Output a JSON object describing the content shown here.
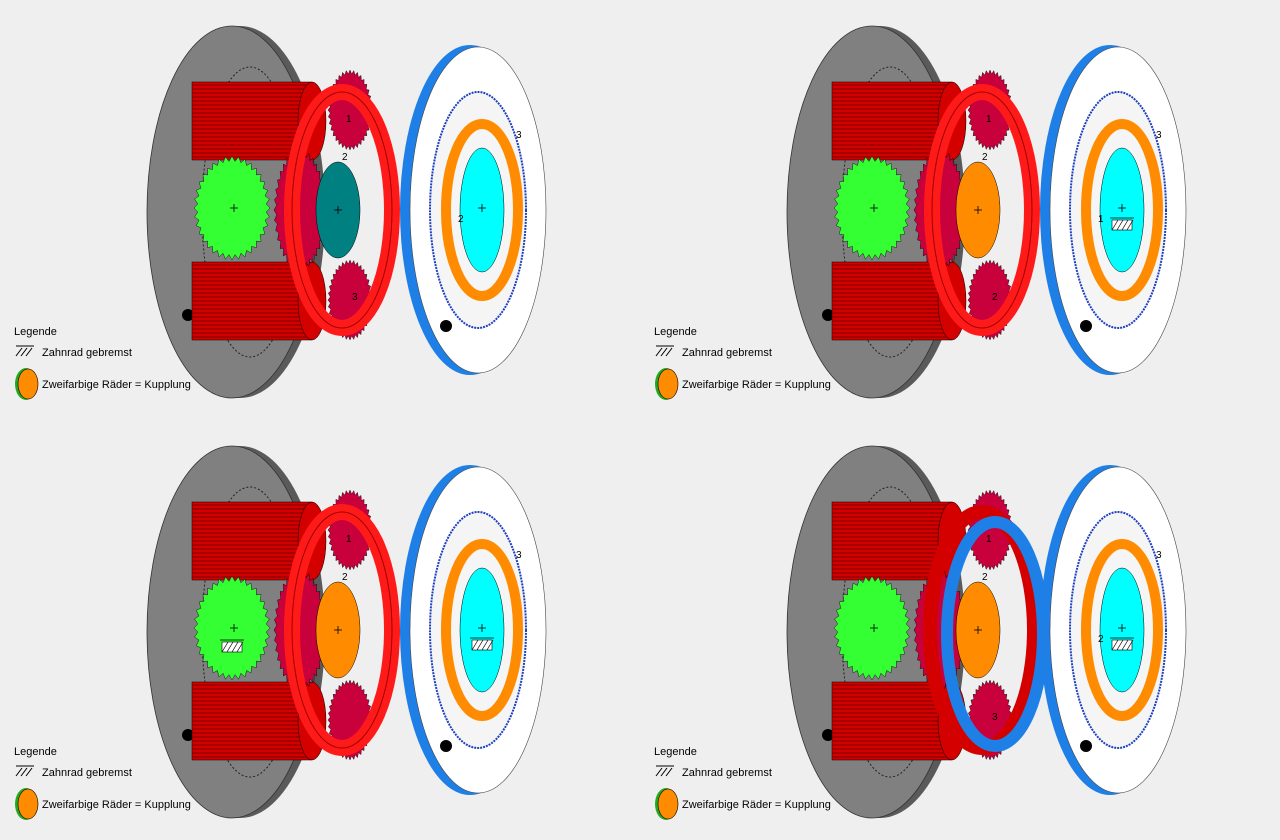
{
  "legend": {
    "title": "Legende",
    "braked_label": "Zahnrad gebremst",
    "coupling_label": "Zweifarbige Räder = Kupplung"
  },
  "colors": {
    "housing": "#808080",
    "planet_red": "#d40000",
    "planet_dark": "#8b0000",
    "gear_green": "#33ff33",
    "gear_teal": "#008080",
    "gear_orange": "#ff8c00",
    "gear_cyan": "#00ffff",
    "gear_crimson": "#c8003c",
    "ring_blue": "#1e7fe6",
    "ring_white": "#ffffff"
  },
  "panels": [
    {
      "id": "gear-1",
      "labels": [
        "1",
        "2",
        "3",
        "2",
        "3"
      ],
      "center_gear": "teal",
      "outer_ring": "red",
      "sun_braked": false,
      "right_braked": false
    },
    {
      "id": "gear-2",
      "labels": [
        "1",
        "2",
        "3",
        "1",
        "2"
      ],
      "center_gear": "orange",
      "outer_ring": "red",
      "sun_braked": false,
      "right_braked": true
    },
    {
      "id": "gear-3",
      "labels": [
        "1",
        "2",
        "3"
      ],
      "center_gear": "orange",
      "outer_ring": "red",
      "sun_braked": true,
      "right_braked": true
    },
    {
      "id": "gear-4",
      "labels": [
        "1",
        "2",
        "3",
        "2",
        "3"
      ],
      "center_gear": "orange",
      "outer_ring": "red-blue",
      "sun_braked": false,
      "right_braked": true
    }
  ]
}
